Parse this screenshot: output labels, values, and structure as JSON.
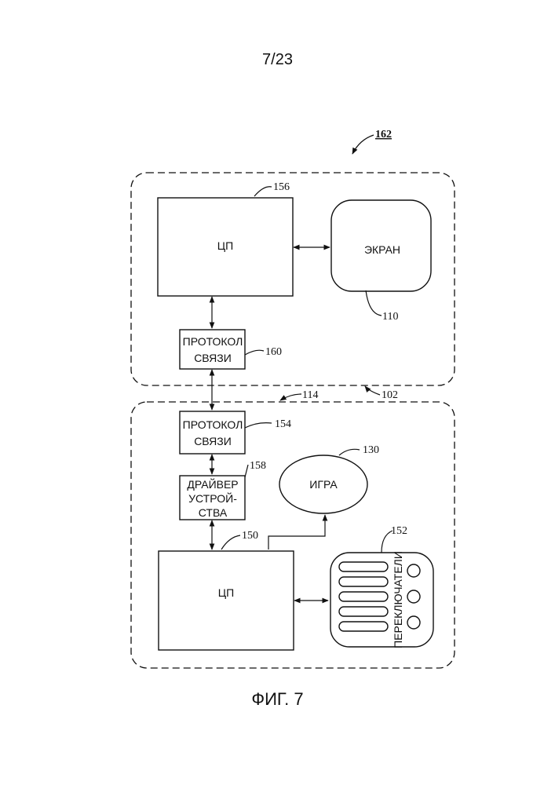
{
  "page": {
    "number": "7/23",
    "caption": "ФИГ. 7"
  },
  "diagram": {
    "ref_system": "162",
    "ref_link": "114",
    "ref_device": "102",
    "cpu_top": {
      "label": "ЦП",
      "ref": "156"
    },
    "screen": {
      "label": "ЭКРАН",
      "ref": "110"
    },
    "protocol_top": {
      "line1": "ПРОТОКОЛ",
      "line2": "СВЯЗИ",
      "ref": "160"
    },
    "protocol_bottom": {
      "line1": "ПРОТОКОЛ",
      "line2": "СВЯЗИ",
      "ref": "154"
    },
    "driver": {
      "line1": "ДРАЙВЕР",
      "line2": "УСТРОЙ-",
      "line3": "СТВА",
      "ref": "158"
    },
    "game": {
      "label": "ИГРА",
      "ref": "130"
    },
    "cpu_bottom": {
      "label": "ЦП",
      "ref": "150"
    },
    "switches": {
      "label": "ПЕРЕКЛЮЧАТЕЛИ",
      "ref": "152"
    }
  }
}
